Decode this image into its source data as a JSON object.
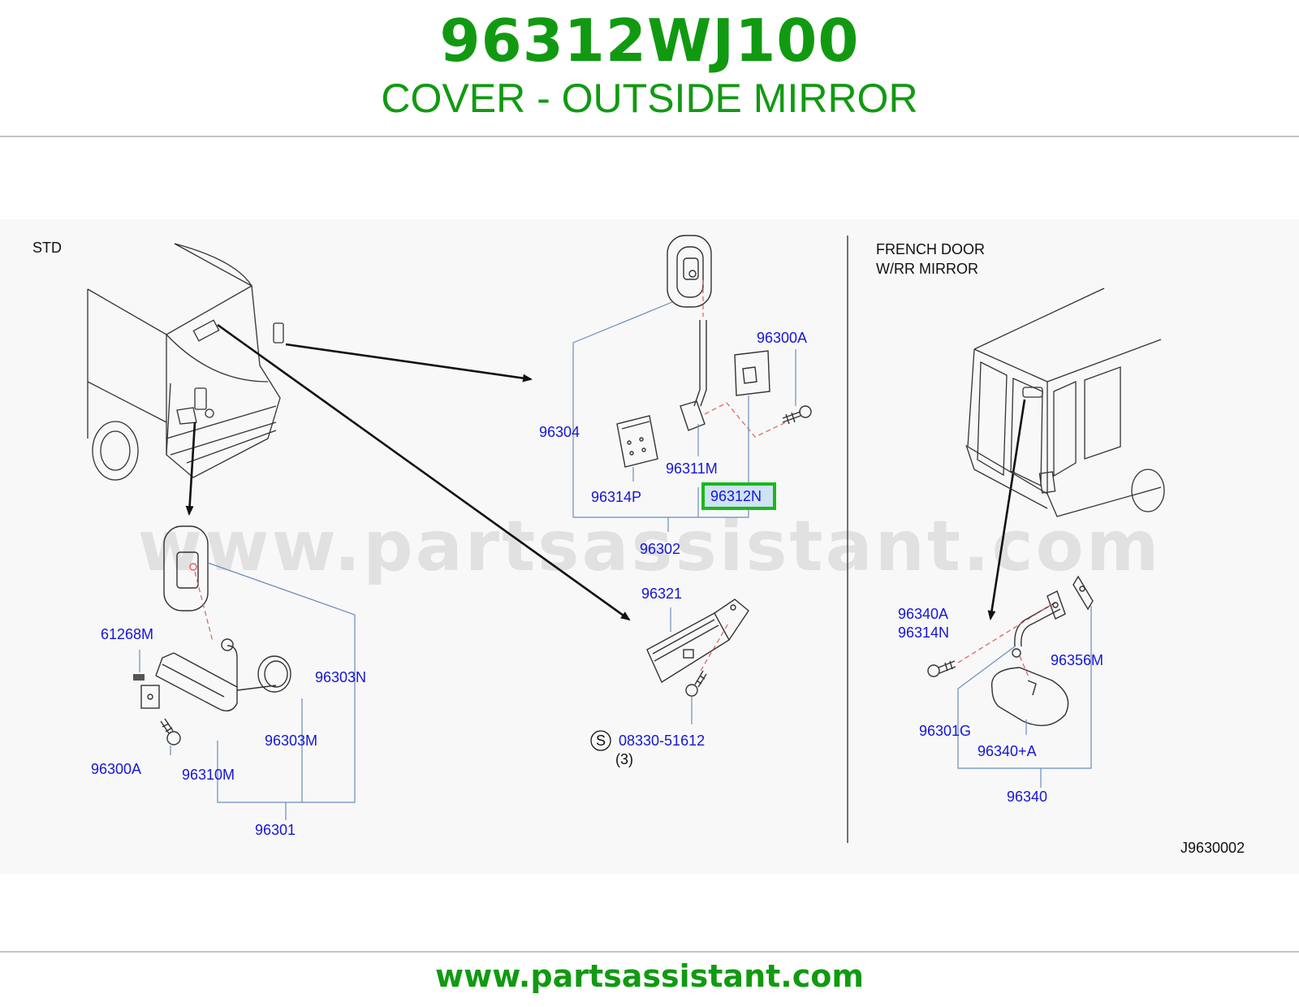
{
  "header": {
    "part_number": "96312WJ100",
    "part_name": "COVER - OUTSIDE MIRROR"
  },
  "diagram": {
    "section_std": "STD",
    "section_french_line1": "FRENCH   DOOR",
    "section_french_line2": "W/RR   MIRROR",
    "highlighted_part": "96312N",
    "diagram_code": "J9630002",
    "watermark": "www.partsassistant.com",
    "labels": {
      "p96300A_top": "96300A",
      "p96304": "96304",
      "p96311M": "96311M",
      "p96314P": "96314P",
      "p96312N": "96312N",
      "p96302": "96302",
      "p96321": "96321",
      "p08330": "08330-51612",
      "p08330_qty": "(3)",
      "p08330_symbol": "S",
      "p61268M": "61268M",
      "p96303N": "96303N",
      "p96303M": "96303M",
      "p96300A_bottom": "96300A",
      "p96310M": "96310M",
      "p96301": "96301",
      "p96340A": "96340A",
      "p96314N": "96314N",
      "p96356M": "96356M",
      "p96301G": "96301G",
      "p96340plusA": "96340+A",
      "p96340": "96340"
    },
    "colors": {
      "label": "#1515d9",
      "highlight": "#19b919",
      "leader": "#6a8dbb",
      "dashed": "#e15b5b",
      "brand_green": "#119a11"
    }
  },
  "footer": {
    "url": "www.partsassistant.com"
  }
}
